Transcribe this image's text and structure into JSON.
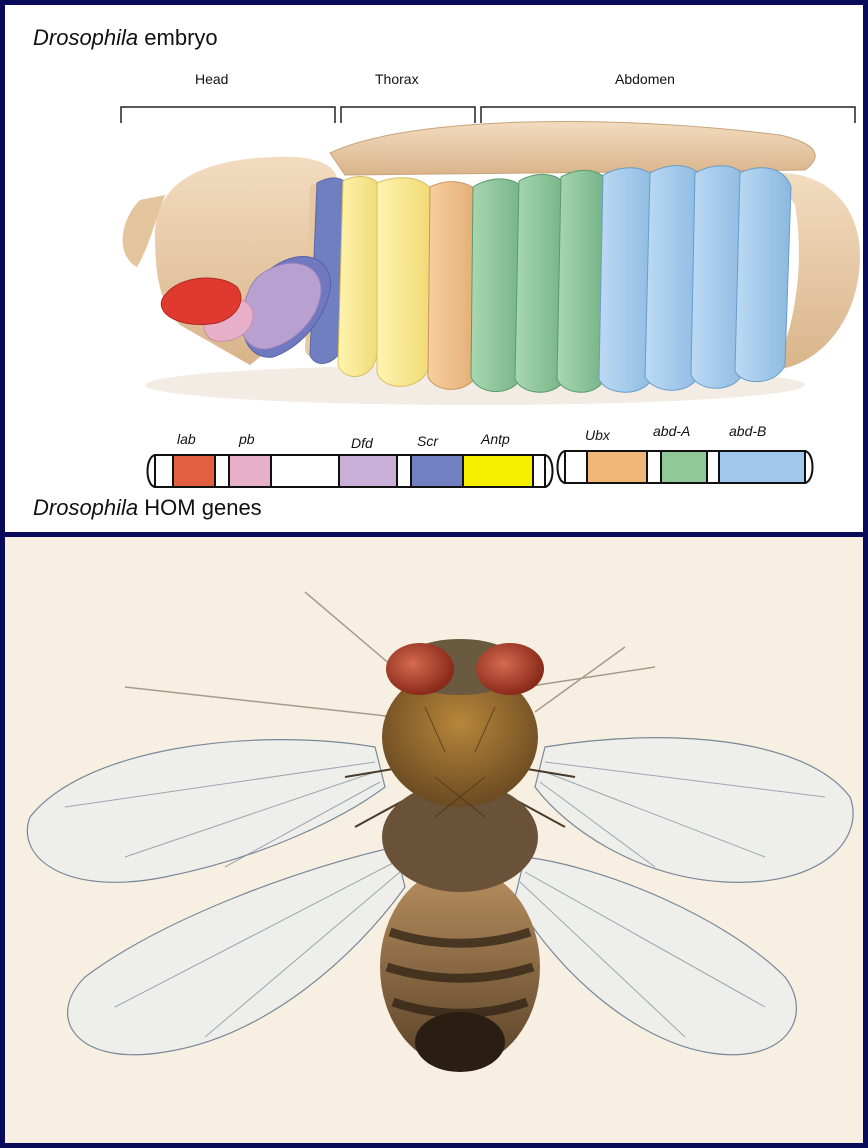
{
  "embryo": {
    "title_italic": "Drosophila",
    "title_rest": "embryo",
    "regions": [
      "Head",
      "Thorax",
      "Abdomen"
    ]
  },
  "genes": {
    "title_italic": "Drosophila",
    "title_rest": "HOM genes",
    "labels": [
      "lab",
      "pb",
      "Dfd",
      "Scr",
      "Antp",
      "Ubx",
      "abd-A",
      "abd-B"
    ]
  },
  "colors": {
    "border": "#0a0a5a",
    "lab": "#e06040",
    "pb": "#e8b0c8",
    "Dfd": "#c8b0d8",
    "Scr": "#7080c0",
    "Antp": "#f5f000",
    "Ubx": "#f0b878",
    "abd-A": "#90c898",
    "abd-B": "#a0c8ec",
    "body": "#e8c8a0"
  }
}
